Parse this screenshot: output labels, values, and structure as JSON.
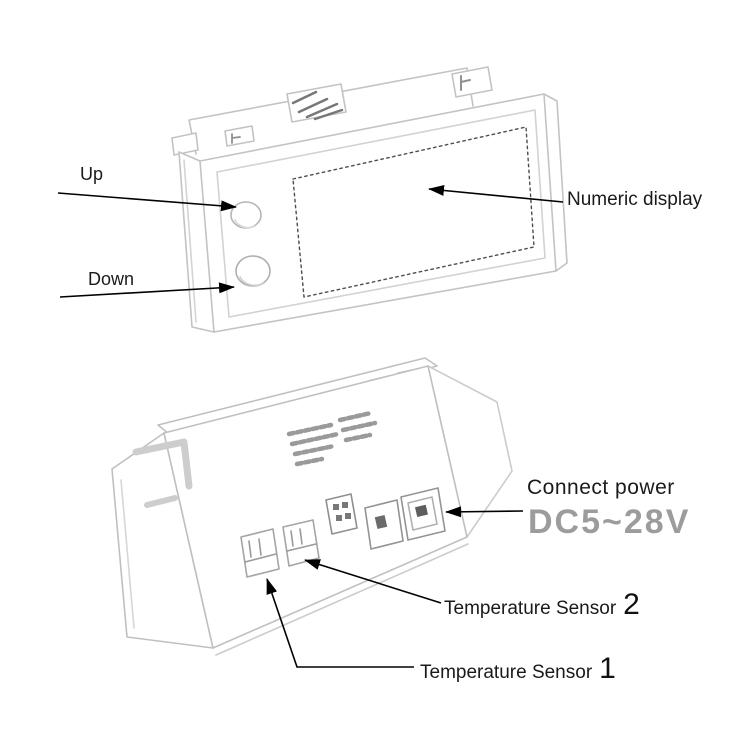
{
  "colors": {
    "background": "#ffffff",
    "annotation_text": "#1a1a1a",
    "arrow": "#000000",
    "sketch_line": "#c3c3c3",
    "sketch_detail": "#8f8f8f",
    "display_dotted_border": "#4d4d4d",
    "power_spec_text": "#9c9c9c"
  },
  "annotations": {
    "up": {
      "text": "Up"
    },
    "down": {
      "text": "Down"
    },
    "numeric_display": {
      "text": "Numeric display"
    },
    "connect_power": {
      "text": "Connect power",
      "spec": "DC5~28V"
    },
    "temperature_sensor_2": {
      "text": "Temperature Sensor",
      "number": "2"
    },
    "temperature_sensor_1": {
      "text": "Temperature Sensor",
      "number": "1"
    }
  }
}
